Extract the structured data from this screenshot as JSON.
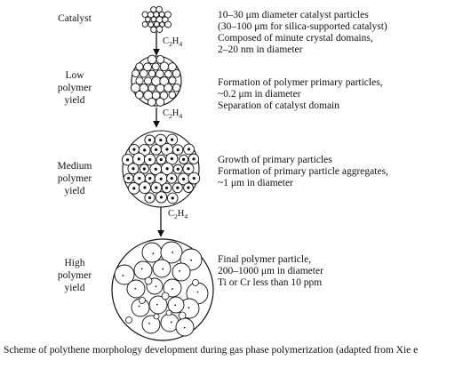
{
  "stages": [
    {
      "label_lines": [
        "Catalyst"
      ],
      "desc_lines": [
        "10–30 μm diameter catalyst particles",
        "(30–100 μm for silica-supported catalyst)",
        "Composed of minute crystal domains,",
        "2–20 nm in diameter"
      ]
    },
    {
      "label_lines": [
        "Low",
        "polymer",
        "yield"
      ],
      "desc_lines": [
        "Formation of polymer primary particles,",
        "~0.2 μm in diameter",
        "Separation of catalyst domain"
      ]
    },
    {
      "label_lines": [
        "Medium",
        "polymer",
        "yield"
      ],
      "desc_lines": [
        "Growth of primary particles",
        "Formation of primary particle aggregates,",
        "~1 μm in diameter"
      ]
    },
    {
      "label_lines": [
        "High",
        "polymer",
        "yield"
      ],
      "desc_lines": [
        "Final polymer particle,",
        "200–1000 μm in diameter",
        "Ti or Cr less than 10 ppm"
      ]
    }
  ],
  "reagent": {
    "base": "C",
    "sub1": "2",
    "mid": "H",
    "sub2": "4"
  },
  "caption": "Scheme of polythene morphology development during gas phase polymerization (adapted from Xie e"
}
